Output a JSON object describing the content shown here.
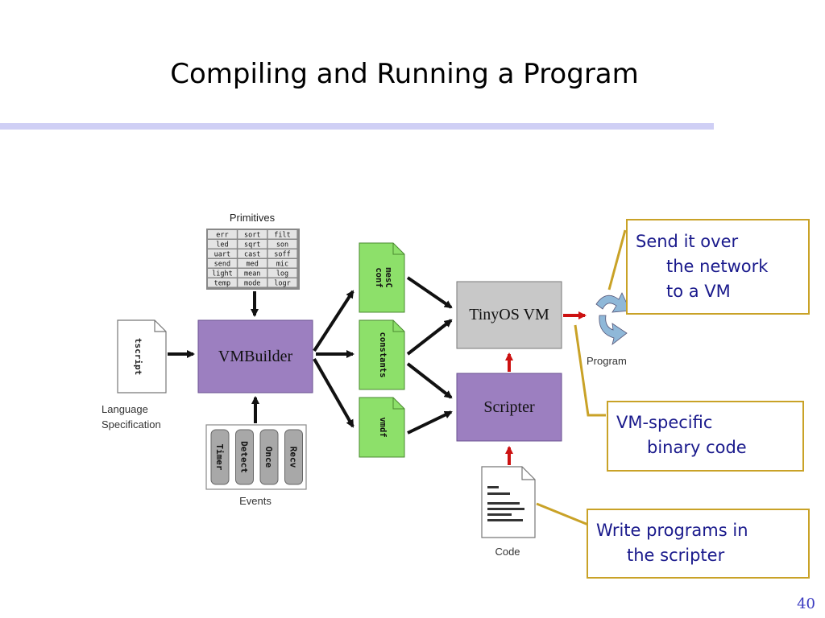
{
  "slide": {
    "title": "Compiling and Running a Program",
    "page_number": "40"
  },
  "diagram": {
    "primitives_label": "Primitives",
    "primitives_table": [
      [
        "err",
        "sort",
        "filt"
      ],
      [
        "led",
        "sqrt",
        "son"
      ],
      [
        "uart",
        "cast",
        "soff"
      ],
      [
        "send",
        "med",
        "mic"
      ],
      [
        "light",
        "mean",
        "log"
      ],
      [
        "temp",
        "mode",
        "logr"
      ]
    ],
    "tscript_label": "tscript",
    "language_spec_label": [
      "Language",
      "Specification"
    ],
    "vmbuilder_label": "VMBuilder",
    "events": [
      "Timer",
      "Detect",
      "Once",
      "Recv"
    ],
    "events_label": "Events",
    "files": [
      "mesC conf",
      "constants",
      "vmdf"
    ],
    "tinyos_vm_label": "TinyOS VM",
    "scripter_label": "Scripter",
    "program_label": "Program",
    "code_label": "Code"
  },
  "callouts": {
    "network": [
      "Send it over",
      "the network",
      "to a VM"
    ],
    "binary": [
      "VM-specific",
      "binary code"
    ],
    "write": [
      "Write programs in",
      "the scripter"
    ]
  },
  "colors": {
    "purple_box": "#9c7fc0",
    "green_file": "#8de06a",
    "gray_box": "#c8c8c8",
    "callout_border": "#c9a227",
    "callout_text": "#1a1a8c",
    "arrow_red": "#cc1111"
  }
}
